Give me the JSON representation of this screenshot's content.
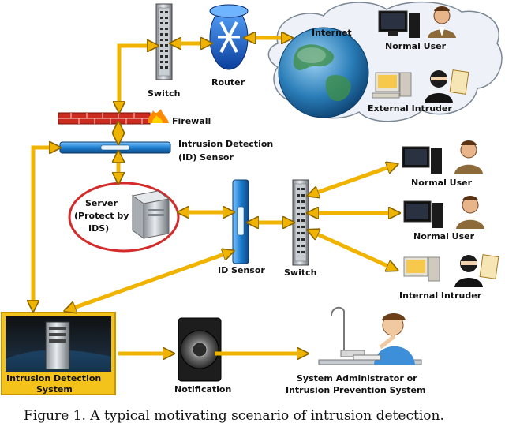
{
  "labels": {
    "switch_top": "Switch",
    "router": "Router",
    "internet": "Internet",
    "normal_user_top": "Normal User",
    "external_intruder": "External Intruder",
    "firewall": "Firewall",
    "ids_sensor_line1": "Intrusion Detection",
    "ids_sensor_line2": "(ID) Sensor",
    "server_line1": "Server",
    "server_line2": "(Protect by",
    "server_line3": "IDS)",
    "id_sensor": "ID Sensor",
    "switch_mid": "Switch",
    "normal_user_1": "Normal User",
    "normal_user_2": "Normal User",
    "internal_intruder": "Internal Intruder",
    "ids_line1": "Intrusion Detection",
    "ids_line2": "System",
    "notification": "Notification",
    "admin_line1": "System Administrator or",
    "admin_line2": "Intrusion Prevention System"
  },
  "caption": "Figure 1.  A typical motivating scenario of intrusion detection.",
  "colors": {
    "arrow": "#f0b400",
    "arrow_stroke": "#8a6400",
    "firewall": "#cc2b1d",
    "sensor": "#1e7fd1",
    "server_ring": "#d42a2a",
    "ids_box": "#f3c21b",
    "cloud": "#eef2f8",
    "globe": "#2a7db8"
  }
}
